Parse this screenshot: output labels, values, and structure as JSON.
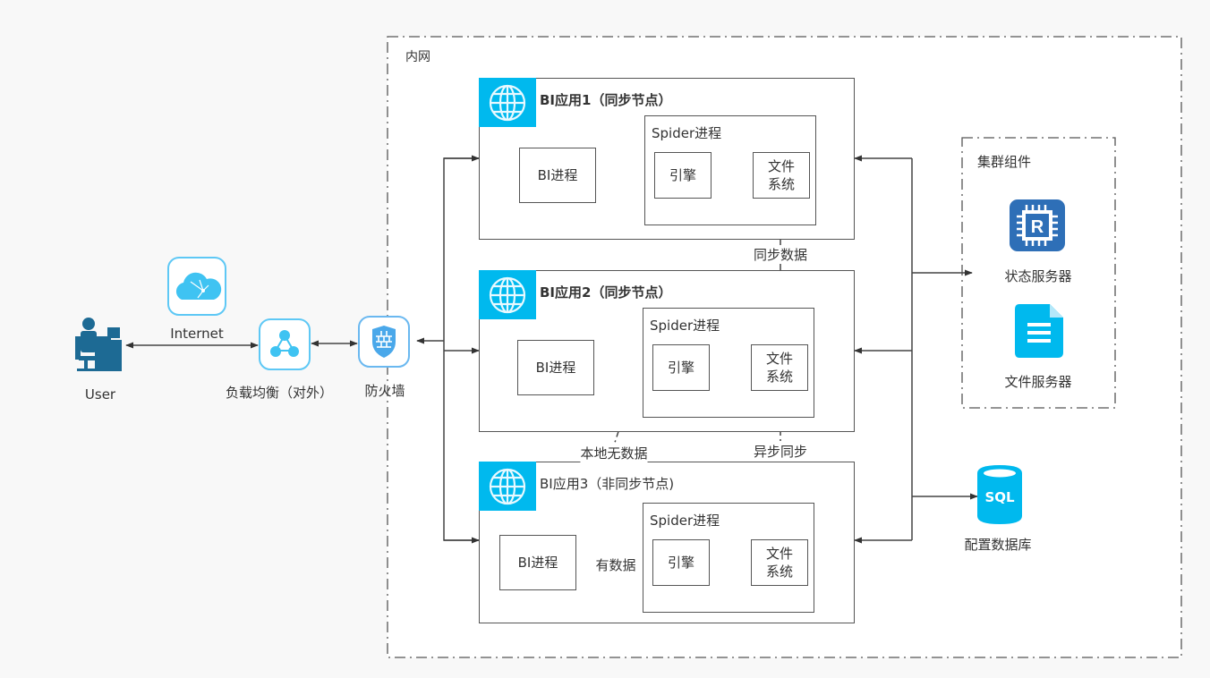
{
  "colors": {
    "accent": "#00b9ee",
    "line": "#444444",
    "redis": "#2e6fb7",
    "icon_border": "#5ec8f5"
  },
  "external": {
    "user_label": "User",
    "internet_label": "Internet",
    "load_balancer_label": "负载均衡（对外）",
    "firewall_label": "防火墙"
  },
  "intranet": {
    "label": "内网",
    "apps": [
      {
        "title": "BI应用1（同步节点）",
        "bi_process": "BI进程",
        "spider": "Spider进程",
        "engine": "引擎",
        "fs_line1": "文件",
        "fs_line2": "系统"
      },
      {
        "title": "BI应用2（同步节点）",
        "bi_process": "BI进程",
        "spider": "Spider进程",
        "engine": "引擎",
        "fs_line1": "文件",
        "fs_line2": "系统"
      },
      {
        "title": "BI应用3（非同步节点)",
        "bi_process": "BI进程",
        "spider": "Spider进程",
        "engine": "引擎",
        "fs_line1": "文件",
        "fs_line2": "系统"
      }
    ],
    "edge_labels": {
      "sync_data": "同步数据",
      "async_sync": "异步同步",
      "no_local_data": "本地无数据",
      "has_data": "有数据"
    },
    "cluster": {
      "label": "集群组件",
      "state_server": "状态服务器",
      "file_server": "文件服务器"
    },
    "config_db": {
      "label": "配置数据库",
      "icon_text": "SQL"
    }
  }
}
